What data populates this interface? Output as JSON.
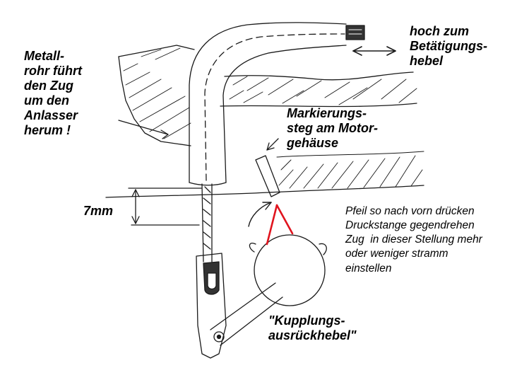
{
  "labels": {
    "metal_tube": "Metall-\nrohr führt\nden Zug\num den\nAnlasser\nherum !",
    "up_to_lever": "hoch zum\nBetätigungs-\nhebel",
    "marking": "Markierungs-\nsteg am Motor-\ngehäuse",
    "measurement": "7mm",
    "instruction": "Pfeil so nach vorn drücken\nDruckstange gegendrehen\nZug  in dieser Stellung mehr\noder weniger stramm\neinstellen",
    "lever_name": "\"Kupplungs-\nausrückhebel\""
  },
  "colors": {
    "ink": "#1a1a1a",
    "highlight": "#e0141e"
  }
}
